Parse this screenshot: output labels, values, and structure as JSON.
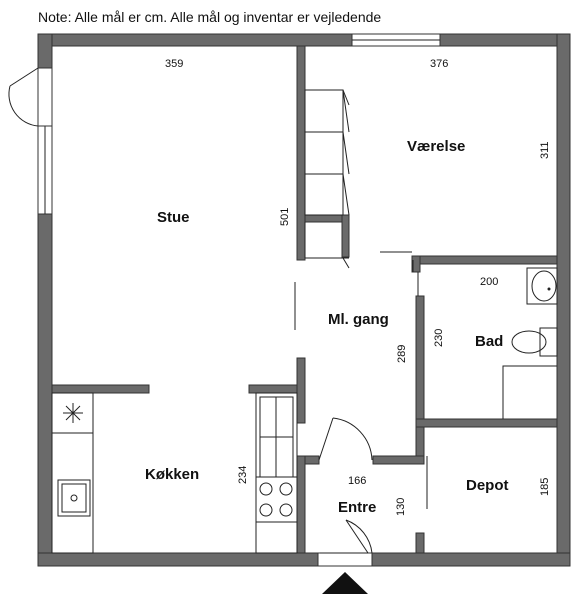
{
  "note": "Note: Alle mål er cm. Alle mål og inventar er vejledende",
  "rooms": {
    "stue": "Stue",
    "vaerelse": "Værelse",
    "gang": "Ml. gang",
    "bad": "Bad",
    "kokken": "Køkken",
    "entre": "Entre",
    "depot": "Depot"
  },
  "dimensions": {
    "stue_width": "359",
    "vaerelse_width": "376",
    "vaerelse_height": "311",
    "stue_height": "501",
    "bad_width": "200",
    "bad_height": "230",
    "gang_height": "289",
    "kokken_height": "234",
    "entre_width": "166",
    "entre_height": "130",
    "depot_height": "185"
  },
  "colors": {
    "wall": "#6a6a6a",
    "line": "#222222"
  }
}
